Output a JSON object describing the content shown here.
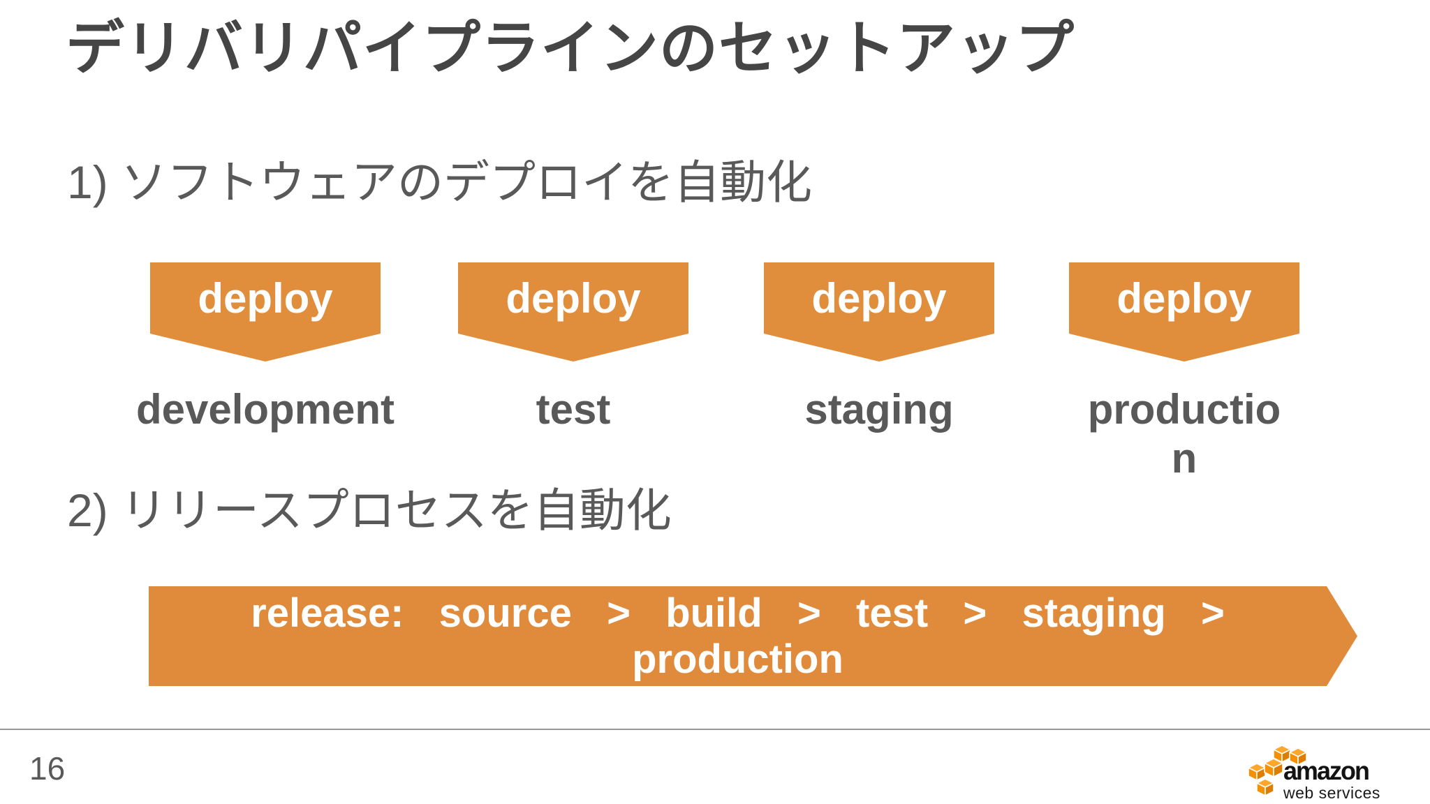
{
  "slide": {
    "title": "デリバリパイプラインのセットアップ",
    "items": {
      "item1": "1) ソフトウェアのデプロイを自動化",
      "item2": "2) リリースプロセスを自動化"
    }
  },
  "deploy_pipeline": {
    "badge_label": "deploy",
    "environments": [
      {
        "label": "development"
      },
      {
        "label": "test"
      },
      {
        "label": "staging"
      },
      {
        "label": "productio\nn"
      }
    ]
  },
  "release_banner": {
    "text": "release:  source  >  build  >  test  >  staging  >\nproduction"
  },
  "footer": {
    "page_number": "16",
    "logo": {
      "brand": "amazon",
      "sub": "web services"
    }
  },
  "colors": {
    "accent_orange": "#E08E3C",
    "release_orange": "#E08A3B",
    "logo_orange": "#F59100",
    "title_gray": "#454545",
    "body_gray": "#595959",
    "divider_gray": "#979797",
    "white": "#FFFFFF"
  }
}
